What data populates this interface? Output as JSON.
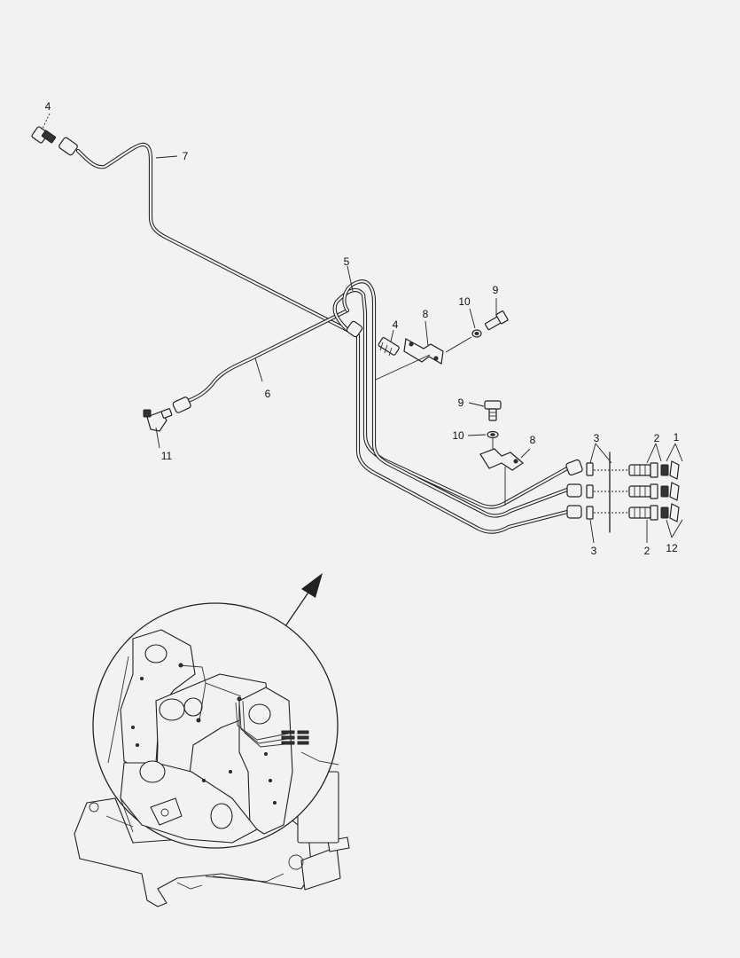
{
  "callouts": [
    {
      "id": "c4a",
      "text": "4"
    },
    {
      "id": "c7",
      "text": "7"
    },
    {
      "id": "c5",
      "text": "5"
    },
    {
      "id": "c4b",
      "text": "4"
    },
    {
      "id": "c8a",
      "text": "8"
    },
    {
      "id": "c10a",
      "text": "10"
    },
    {
      "id": "c9a",
      "text": "9"
    },
    {
      "id": "c6",
      "text": "6"
    },
    {
      "id": "c11",
      "text": "11"
    },
    {
      "id": "c9b",
      "text": "9"
    },
    {
      "id": "c10b",
      "text": "10"
    },
    {
      "id": "c8b",
      "text": "8"
    },
    {
      "id": "c3a",
      "text": "3"
    },
    {
      "id": "c2a",
      "text": "2"
    },
    {
      "id": "c1",
      "text": "1"
    },
    {
      "id": "c3b",
      "text": "3"
    },
    {
      "id": "c2b",
      "text": "2"
    },
    {
      "id": "c12",
      "text": "12"
    }
  ]
}
